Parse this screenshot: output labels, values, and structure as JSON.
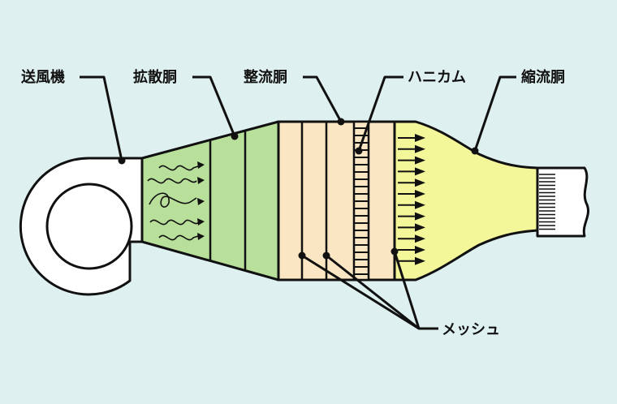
{
  "labels": {
    "blower": "送風機",
    "diffuser": "拡散胴",
    "settling": "整流胴",
    "honeycomb": "ハニカム",
    "contraction": "縮流胴",
    "mesh": "メッシュ"
  },
  "colors": {
    "background": "#dff0f0",
    "diffuser_fill": "#b9e09a",
    "settling_fill": "#fae6c3",
    "contraction_fill": "#f3f79a",
    "outline": "#111111",
    "arrow": "#111111"
  }
}
